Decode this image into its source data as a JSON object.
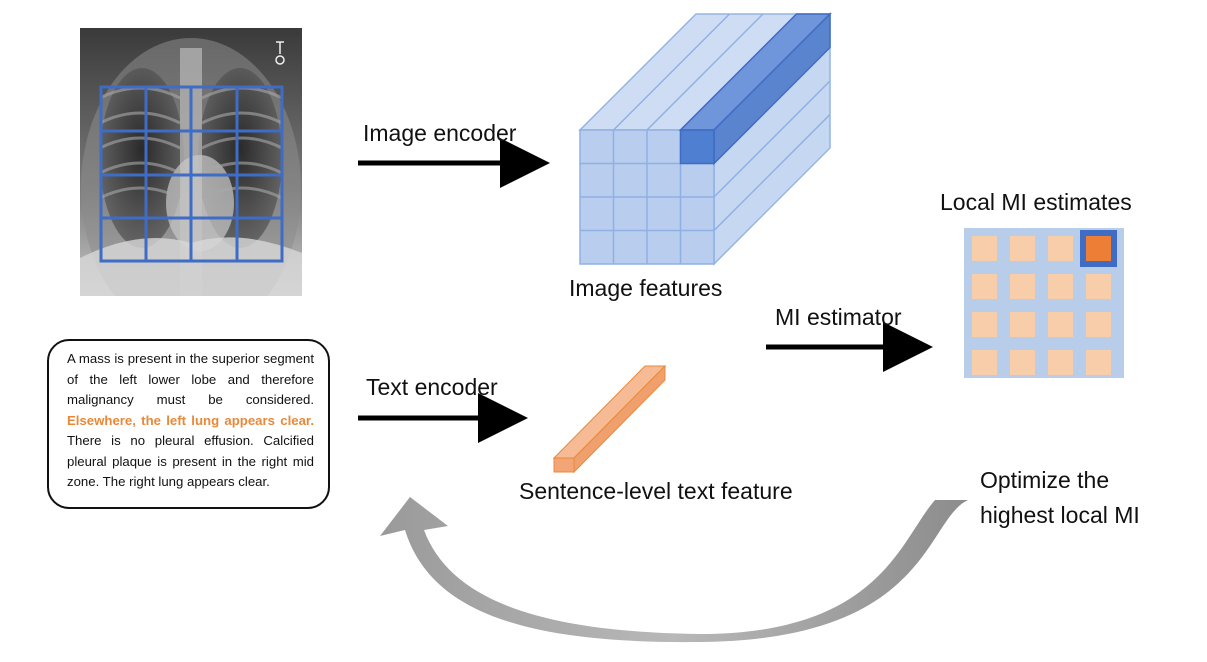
{
  "labels": {
    "image_encoder": "Image encoder",
    "image_features": "Image features",
    "local_mi_estimates": "Local MI estimates",
    "mi_estimator": "MI estimator",
    "text_encoder": "Text encoder",
    "sentence_feature": "Sentence-level text feature",
    "optimize_line1": "Optimize the",
    "optimize_line2": "highest local MI"
  },
  "report": {
    "part1": "A mass is present in the superior segment of the left lower lobe and therefore malignancy must be considered. ",
    "highlight": "Elsewhere, the left lung appears clear.",
    "part2": " There is no pleural effusion. Calcified pleural plaque is present in the right mid zone. The right lung appears clear."
  },
  "grids": {
    "xray_grid": {
      "rows": 4,
      "cols": 4
    },
    "mi_grid": {
      "rows": 4,
      "cols": 4,
      "highlighted_cell": {
        "row": 0,
        "col": 3
      }
    }
  },
  "colors": {
    "grid_blue": "#3f6cc4",
    "feature_blue": "#b9cdef",
    "feature_dark": "#4f7fd0",
    "mi_background": "#b7cde9",
    "mi_cell": "#f8cda9",
    "mi_highlight": "#ec7f35",
    "text_feature": "#f4a576",
    "highlight_text": "#e8893a",
    "curved_arrow": "#9e9e9e"
  }
}
